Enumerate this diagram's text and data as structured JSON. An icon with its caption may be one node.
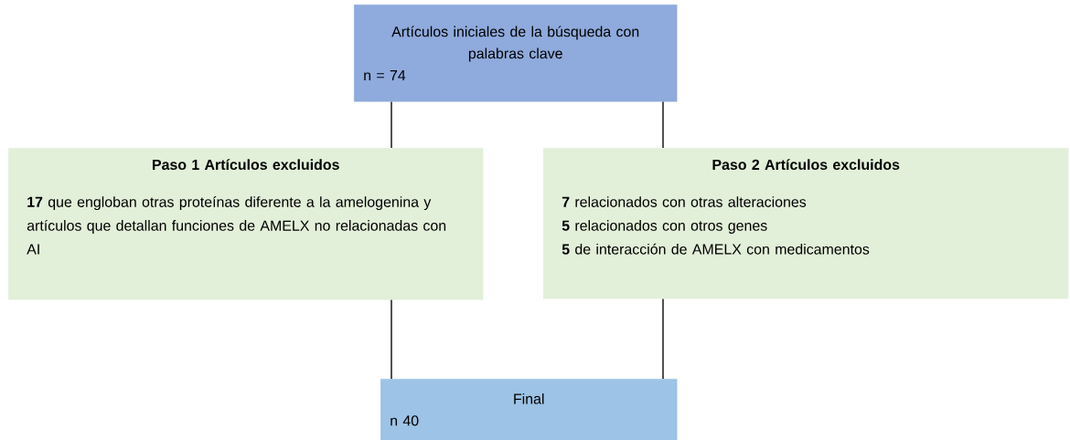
{
  "diagram": {
    "nodes": [
      {
        "text": [
          "Artículos iniciales de la búsqueda con palabras clave",
          "n = 74"
        ]
      },
      {
        "text": [
          "Paso 1 Artículos excluidos",
          "**17** que engloban otras proteínas diferente a la amelogenina y artículos que detallan funciones de AMELX no relacionadas con AI"
        ]
      },
      {
        "text": [
          "Paso 2 Artículos excluidos",
          "**7** relacionados con otras alteraciones",
          "**5** relacionados con otros genes",
          "**5** de interacción de AMELX con medicamentos"
        ]
      },
      {
        "text": [
          "Final",
          "n 40"
        ]
      }
    ],
    "edges": [
      {
        "from": 0,
        "to": 1,
        "arrow": "none"
      },
      {
        "from": 0,
        "to": 2,
        "arrow": "none"
      },
      {
        "from": 1,
        "to": 3,
        "arrow": "none"
      },
      {
        "from": 2,
        "to": 3,
        "arrow": "none"
      }
    ]
  }
}
